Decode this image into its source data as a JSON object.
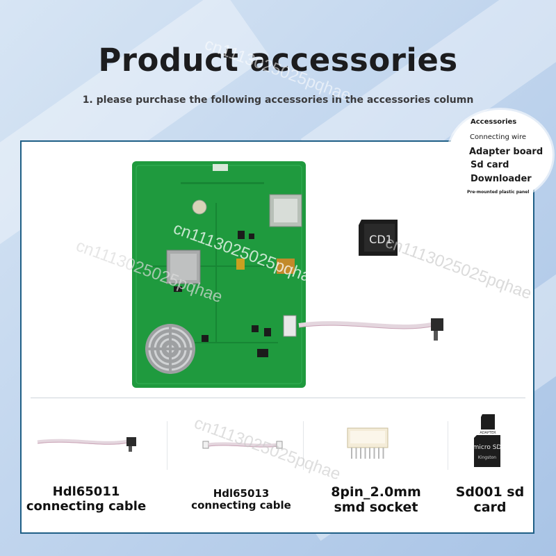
{
  "title": "Product accessories",
  "subtitle": "1. please purchase the following accessories in the accessories column",
  "accessories_bubble": {
    "heading": "Accessories",
    "items": [
      "Connecting wire",
      "Adapter board",
      "Sd card",
      "Downloader",
      "Pre-mounted plastic panel"
    ]
  },
  "sd_card_label": "CD1",
  "micro_sd_labels": {
    "brand": "Kingston",
    "type": "micro SD",
    "adapter": "ADAPTER"
  },
  "products": [
    {
      "line1": "Hdl65011",
      "line2": "connecting cable"
    },
    {
      "line1": "Hdl65013",
      "line2": "connecting cable"
    },
    {
      "line1": "8pin_2.0mm",
      "line2": "smd socket"
    },
    {
      "line1": "Sd001 sd",
      "line2": "card"
    }
  ],
  "watermark": "cn1113025025pqhae",
  "colors": {
    "board_green": "#1f9a3e",
    "panel_border": "#1f5f86",
    "background": "#c2d6ee"
  }
}
